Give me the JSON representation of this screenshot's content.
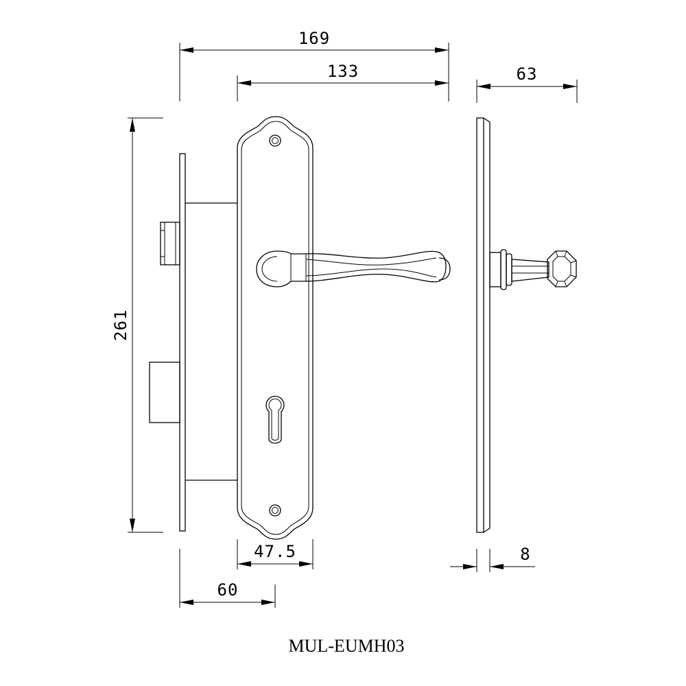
{
  "dimensions": {
    "overall_width": "169",
    "plate_offset_width": "133",
    "side_depth": "63",
    "plate_height": "261",
    "plate_width": "47.5",
    "backset": "60",
    "plate_thickness": "8"
  },
  "caption": "MUL-EUMH03"
}
